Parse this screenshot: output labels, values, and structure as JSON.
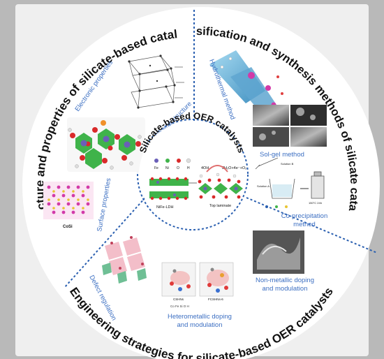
{
  "center": {
    "title": "Silicate-based OER catalysts",
    "legend": [
      "Fe",
      "Ni",
      "O",
      "H"
    ],
    "reaction_left": "4OH",
    "reaction_right": "2H₂O+4e⁻+O₂",
    "label_ldh": "NiFe-LDH",
    "label_top": "Top laminate"
  },
  "sections": {
    "structure": {
      "title": "Structure and properties of silicate-based catalysts",
      "items": {
        "electronic": "Electronic properties",
        "crystal": "Crystal structure",
        "surface": "Surface properties",
        "cosi": "CoSi"
      }
    },
    "synthesis": {
      "title": "Classification and synthesis methods of silicate catalysts",
      "items": {
        "hydrothermal": "Hydrothermal method",
        "solgel": "Sol-gel method",
        "coprecip_1": "Co-precipitation",
        "coprecip_2": "method",
        "solution_b": "Solution B",
        "solution_a": "Solution A",
        "temp": "150°C  24h"
      }
    },
    "engineering": {
      "title": "Engineering strategies for silicate-based OER catalysts",
      "items": {
        "defect": "Defect regulation",
        "hetero_1": "Heterometallic doping",
        "hetero_2": "and modulation",
        "nonmetal_1": "Non-metallic doping",
        "nonmetal_2": "and modulation",
        "panel_left": "CSHNs",
        "panel_right": "FCSHNs-6",
        "element_legend": "Co  Fe  Si  O  H"
      }
    }
  },
  "colors": {
    "background": "#b9b9b9",
    "disk": "#ffffff",
    "dash": "#2a5fb0",
    "label_blue": "#3c6fc2",
    "title": "#111111"
  }
}
